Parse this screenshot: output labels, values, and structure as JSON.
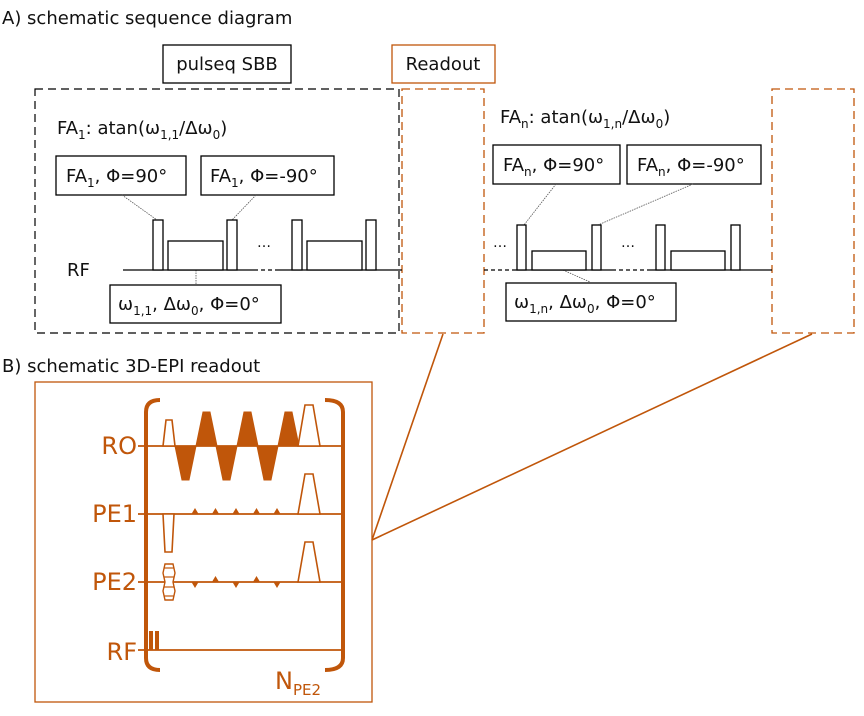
{
  "colors": {
    "accent": "#c0560a",
    "ink": "#000000"
  },
  "section_a": {
    "title": "A) schematic sequence diagram",
    "pulseq_label": "pulseq SBB",
    "readout_label": "Readout",
    "rf_label": "RF",
    "ellipsis": "…",
    "block1": {
      "fa_formula": {
        "main": "FA",
        "sub": "1",
        "rest_a": ": atan(ω",
        "sub2": "1,1",
        "rest_b": "/Δω",
        "sub3": "0",
        "rest_c": ")"
      },
      "box_pos": {
        "main": "FA",
        "sub": "1",
        "rest": ", Φ=90°"
      },
      "box_neg": {
        "main": "FA",
        "sub": "1",
        "rest": ", Φ=-90°"
      },
      "box_sat": {
        "a": "ω",
        "sub1": "1,1",
        "b": ", Δω",
        "sub2": "0",
        "c": ", Φ=0°"
      }
    },
    "block_n": {
      "fa_formula": {
        "main": "FA",
        "sub": "n",
        "rest_a": ": atan(ω",
        "sub2": "1,n",
        "rest_b": "/Δω",
        "sub3": "0",
        "rest_c": ")"
      },
      "box_pos": {
        "main": "FA",
        "sub": "n",
        "rest": ", Φ=90°"
      },
      "box_neg": {
        "main": "FA",
        "sub": "n",
        "rest": ", Φ=-90°"
      },
      "box_sat": {
        "a": "ω",
        "sub1": "1,n",
        "b": ", Δω",
        "sub2": "0",
        "c": ", Φ=0°"
      }
    }
  },
  "section_b": {
    "title": "B) schematic 3D-EPI readout",
    "channels": [
      "RO",
      "PE1",
      "PE2",
      "RF"
    ],
    "repeat_label": {
      "main": "N",
      "sub": "PE2"
    },
    "ro_blips": 5,
    "pe1_blips": 5,
    "pe2_blips": 5
  }
}
